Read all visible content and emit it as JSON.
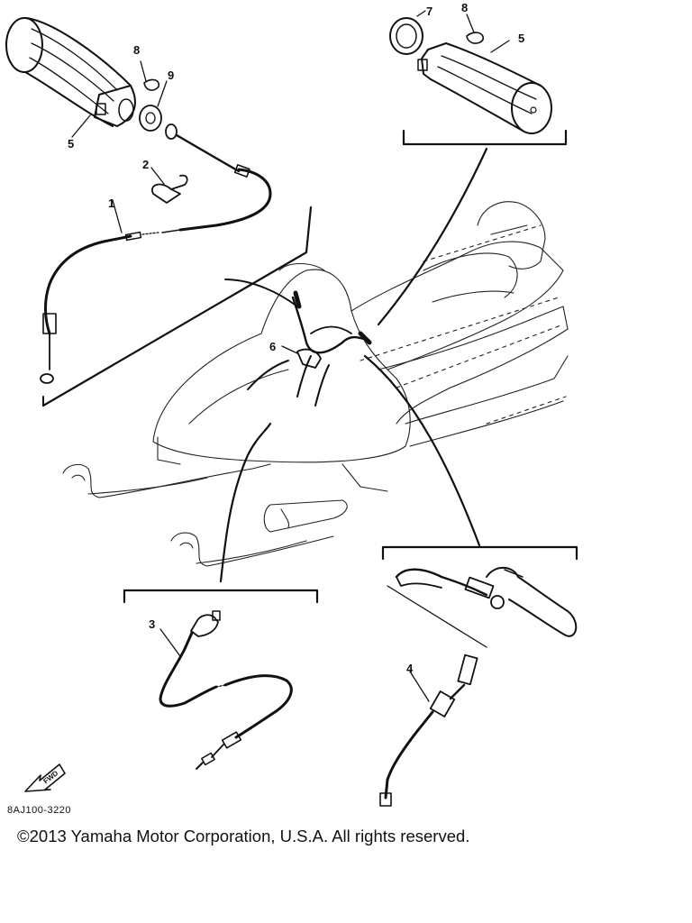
{
  "diagram": {
    "callouts": {
      "c1": "1",
      "c2": "2",
      "c3": "3",
      "c4": "4",
      "c5a": "5",
      "c5b": "5",
      "c6": "6",
      "c7": "7",
      "c8a": "8",
      "c8b": "8",
      "c9": "9"
    },
    "fwd_label": "FWD",
    "part_code": "8AJ100-3220",
    "copyright": "©2013 Yamaha Motor Corporation, U.S.A. All rights reserved."
  }
}
